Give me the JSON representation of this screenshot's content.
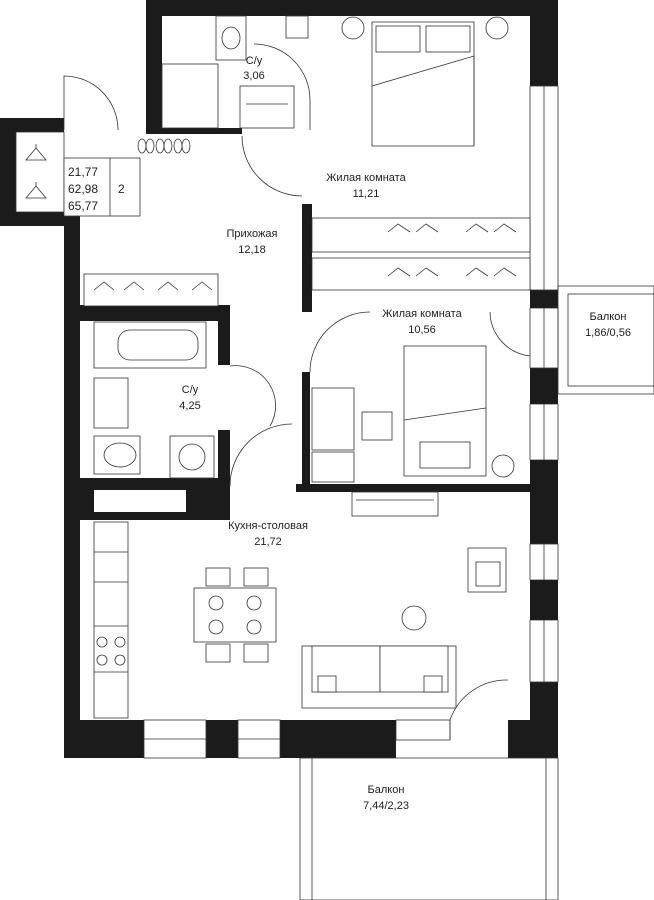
{
  "summary": {
    "living_area": "21,77",
    "total_area": "62,98",
    "area_with_balconies": "65,77",
    "rooms": "2"
  },
  "rooms": [
    {
      "name": "С/у",
      "area": "3,06"
    },
    {
      "name": "Жилая комната",
      "area": "11,21"
    },
    {
      "name": "Прихожая",
      "area": "12,18"
    },
    {
      "name": "Жилая комната",
      "area": "10,56"
    },
    {
      "name": "Балкон",
      "area": "1,86/0,56"
    },
    {
      "name": "С/у",
      "area": "4,25"
    },
    {
      "name": "Кухня-столовая",
      "area": "21,72"
    },
    {
      "name": "Балкон",
      "area": "7,44/2,23"
    }
  ]
}
